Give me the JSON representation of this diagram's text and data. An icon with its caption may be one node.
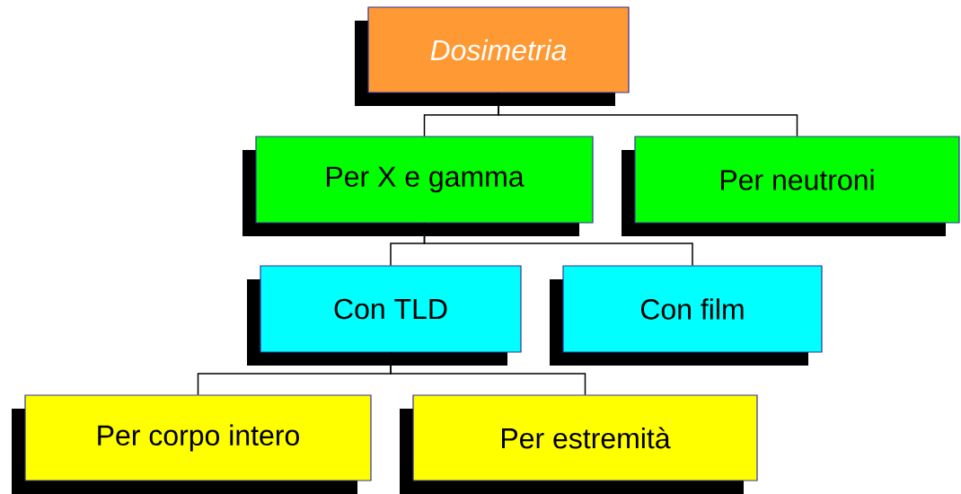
{
  "diagram": {
    "nodes": [
      {
        "text": [
          "Dosimetria"
        ]
      },
      {
        "text": [
          "Per X e gamma"
        ]
      },
      {
        "text": [
          "Per neutroni"
        ]
      },
      {
        "text": [
          "Con TLD"
        ]
      },
      {
        "text": [
          "Con film"
        ]
      },
      {
        "text": [
          "Per corpo intero"
        ]
      },
      {
        "text": [
          "Per estremità"
        ]
      }
    ],
    "edges": [
      {
        "from": 0,
        "to": 1,
        "arrow": "none"
      },
      {
        "from": 0,
        "to": 2,
        "arrow": "none"
      },
      {
        "from": 1,
        "to": 3,
        "arrow": "none"
      },
      {
        "from": 1,
        "to": 4,
        "arrow": "none"
      },
      {
        "from": 3,
        "to": 5,
        "arrow": "none"
      },
      {
        "from": 3,
        "to": 6,
        "arrow": "none"
      }
    ]
  }
}
